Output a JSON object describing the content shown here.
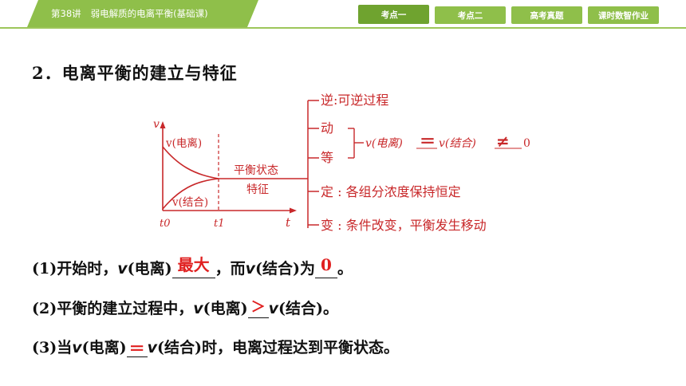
{
  "header": {
    "lecture_number": "第38讲",
    "lecture_title": "弱电解质的电离平衡(基础课)",
    "nav": [
      {
        "label": "考点一",
        "active": true
      },
      {
        "label": "考点二",
        "active": false
      },
      {
        "label": "高考真题",
        "active": false
      },
      {
        "label": "课时数智作业",
        "active": false
      }
    ]
  },
  "section": {
    "heading": "2．电离平衡的建立与特征"
  },
  "diagram": {
    "axis_y": "v",
    "axis_x": "t",
    "t0": "t0",
    "t1": "t1",
    "curve_top": "v(电离)",
    "curve_bottom": "v(结合)",
    "state_line1": "平衡状态",
    "state_line2": "特征",
    "features": {
      "ni": "逆:可逆过程",
      "dong": "动",
      "deng": "等",
      "ding": "定 : 各组分浓度保持恒定",
      "bian": "变 : 条件改变，平衡发生移动"
    },
    "equation": {
      "left": "v(电离)",
      "eq": "＝",
      "right": "v(结合)",
      "neq": "≠",
      "zero": "0"
    }
  },
  "questions": [
    {
      "p1": "(1)开始时，",
      "v1": "v",
      "p2": "(电离)",
      "ans1": "最大",
      "p3": "，而",
      "v2": "v",
      "p4": "(结合)为",
      "ans2": "0",
      "p5": "。"
    },
    {
      "p1": "(2)平衡的建立过程中，",
      "v1": "v",
      "p2": "(电离)",
      "ans1": "＞",
      "v2": "v",
      "p3": "(结合)。"
    },
    {
      "p1": "(3)当",
      "v1": "v",
      "p2": "(电离)",
      "ans1": "＝",
      "v2": "v",
      "p3": "(结合)时，电离过程达到平衡状态。"
    }
  ]
}
